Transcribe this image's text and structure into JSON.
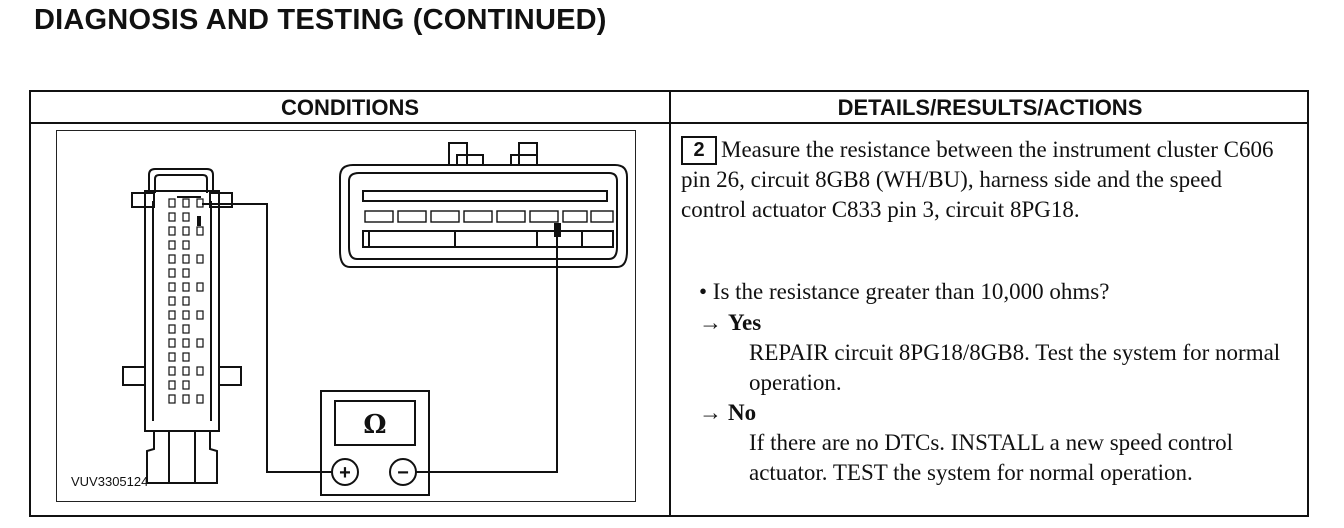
{
  "page": {
    "title": "DIAGNOSIS AND TESTING (CONTINUED)"
  },
  "table": {
    "conditions_header": "CONDITIONS",
    "details_header": "DETAILS/RESULTS/ACTIONS"
  },
  "figure": {
    "id": "VUV3305124",
    "meter_symbol": "Ω",
    "plus_symbol": "+",
    "minus_symbol": "−"
  },
  "step": {
    "number": "2",
    "text": "Measure the resistance between the instrument cluster C606 pin 26, circuit 8GB8 (WH/BU), harness side and the speed control actuator C833 pin 3, circuit 8PG18.",
    "question": "• Is the resistance greater than 10,000 ohms?",
    "yes": {
      "label": "Yes",
      "action": "REPAIR circuit 8PG18/8GB8. Test the system for normal operation."
    },
    "no": {
      "label": "No",
      "action": "If there are no DTCs. INSTALL a new speed control actuator. TEST the system for normal operation."
    },
    "arrow": "→"
  }
}
